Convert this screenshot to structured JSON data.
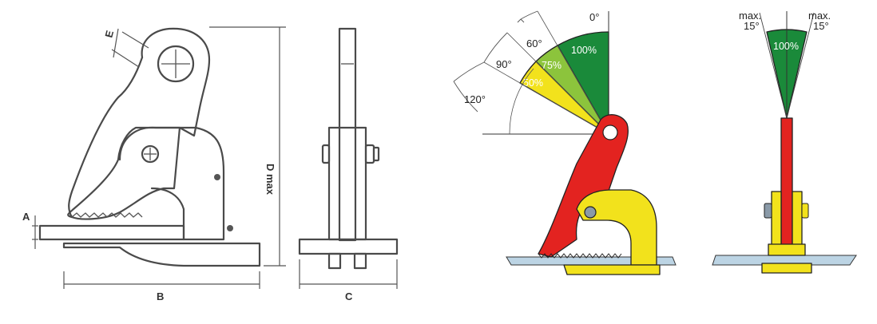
{
  "sketch": {
    "dimensions": {
      "a": "A",
      "b": "B",
      "c": "C",
      "d": "D max",
      "e": "E"
    }
  },
  "angle_diagram": {
    "angles": {
      "zero": "0°",
      "sixty": "60°",
      "ninety": "90°",
      "one_twenty": "120°"
    },
    "capacities": {
      "full": "100%",
      "three_quarter": "75%",
      "half": "50%"
    },
    "colors": {
      "green": "#1a8a3a",
      "light_green": "#8cc43c",
      "yellow": "#f2e21c",
      "red": "#e32320",
      "plate": "#bcd4e4"
    }
  },
  "side_diagram": {
    "left_label": "max.\n15°",
    "right_label": "max.\n15°",
    "capacity": "100%"
  }
}
